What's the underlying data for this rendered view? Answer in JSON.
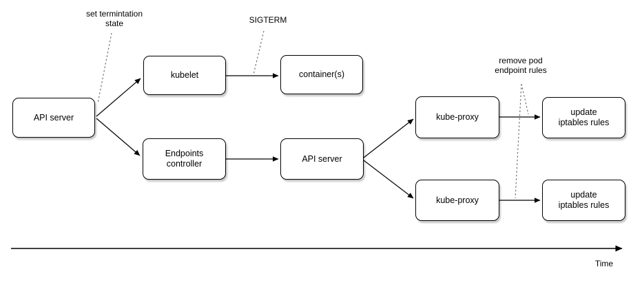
{
  "diagram": {
    "description": "Kubernetes pod termination sequence flow diagram",
    "colors": {
      "background": "#ffffff",
      "node_fill": "#ffffff",
      "node_border": "#000000",
      "edge": "#000000",
      "dashed_link": "#666666",
      "text": "#000000"
    },
    "nodes": {
      "api_server_1": {
        "label": "API server"
      },
      "kubelet": {
        "label": "kubelet"
      },
      "containers": {
        "label": "container(s)"
      },
      "endpoints_controller": {
        "label": "Endpoints\ncontroller"
      },
      "api_server_2": {
        "label": "API server"
      },
      "kube_proxy_top": {
        "label": "kube-proxy"
      },
      "update_iptables_top": {
        "label": "update\niptables rules"
      },
      "kube_proxy_bottom": {
        "label": "kube-proxy"
      },
      "update_iptables_bottom": {
        "label": "update\niptables rules"
      }
    },
    "annotations": {
      "set_termination": {
        "label": "set termintation\nstate"
      },
      "sigterm": {
        "label": "SIGTERM"
      },
      "remove_pod": {
        "label": "remove pod\nendpoint rules"
      },
      "time": {
        "label": "Time"
      }
    },
    "edges": [
      {
        "from": "API server",
        "to": "kubelet",
        "style": "solid-arrow"
      },
      {
        "from": "API server",
        "to": "Endpoints controller",
        "style": "solid-arrow"
      },
      {
        "from": "kubelet",
        "to": "container(s)",
        "style": "solid-arrow"
      },
      {
        "from": "Endpoints controller",
        "to": "API server",
        "style": "solid-arrow"
      },
      {
        "from": "API server",
        "to": "kube-proxy (top)",
        "style": "solid-arrow"
      },
      {
        "from": "API server",
        "to": "kube-proxy (bottom)",
        "style": "solid-arrow"
      },
      {
        "from": "kube-proxy (top)",
        "to": "update iptables rules (top)",
        "style": "solid-arrow"
      },
      {
        "from": "kube-proxy (bottom)",
        "to": "update iptables rules (bottom)",
        "style": "solid-arrow"
      }
    ],
    "annotation_links": [
      {
        "from": "set termintation state",
        "to": "API server fan-out point",
        "style": "dashed"
      },
      {
        "from": "SIGTERM",
        "to": "kubelet to container(s) arrow",
        "style": "dashed"
      },
      {
        "from": "remove pod endpoint rules",
        "to": "kube-proxy (top) to update iptables arrow",
        "style": "dashed"
      },
      {
        "from": "remove pod endpoint rules",
        "to": "kube-proxy (bottom) to update iptables arrow",
        "style": "dashed"
      }
    ],
    "timeline": {
      "label": "Time",
      "direction": "left-to-right"
    }
  }
}
